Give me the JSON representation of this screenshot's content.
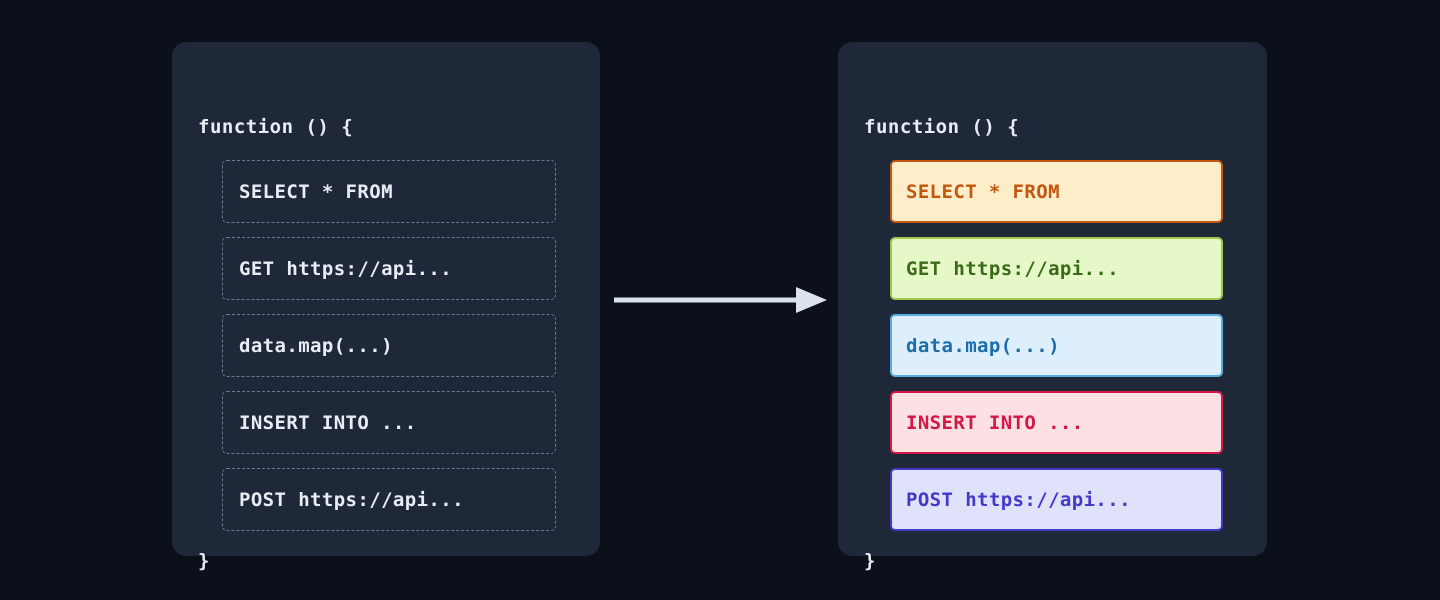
{
  "theme": {
    "background": "#0b101b",
    "card_background": "#1f2838",
    "code_text": "#e8edf5",
    "dashed_border": "#6b7a91",
    "arrow_color": "#dde3ec"
  },
  "arrow": {
    "icon": "arrow-right-icon",
    "direction": "right"
  },
  "panels": [
    {
      "id": "before",
      "code_open": "function () {",
      "code_close": "}",
      "rows": [
        {
          "text": "SELECT * FROM"
        },
        {
          "text": "GET https://api..."
        },
        {
          "text": "data.map(...)"
        },
        {
          "text": "INSERT INTO ..."
        },
        {
          "text": "POST https://api..."
        }
      ]
    },
    {
      "id": "after",
      "code_open": "function () {",
      "code_close": "}",
      "rows": [
        {
          "text": "SELECT * FROM",
          "fill": "#fdeec9",
          "border": "#c2570f",
          "color": "#c2570f"
        },
        {
          "text": "GET https://api...",
          "fill": "#e7f8c8",
          "border": "#9ec94a",
          "color": "#3a6b16"
        },
        {
          "text": "data.map(...)",
          "fill": "#ddeffc",
          "border": "#5aaede",
          "color": "#1b6ca8"
        },
        {
          "text": "INSERT INTO ...",
          "fill": "#fde0e3",
          "border": "#d01a45",
          "color": "#d01a45"
        },
        {
          "text": "POST https://api...",
          "fill": "#e0e2fb",
          "border": "#4339c9",
          "color": "#4339c9"
        }
      ]
    }
  ]
}
